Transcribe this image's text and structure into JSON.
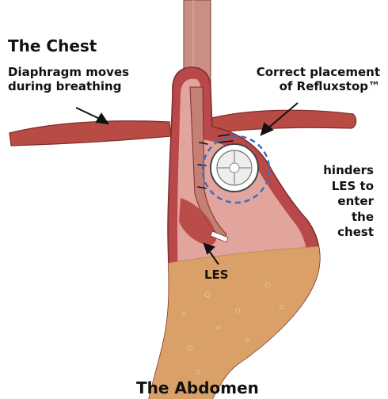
{
  "labels": {
    "chest_heading": "The Chest",
    "diaphragm_text": "Diaphragm moves\nduring breathing",
    "placement_text": "Correct placement\nof Refluxstop™",
    "hinders_text": "hinders\nLES to\nenter\nthe\nchest",
    "les_text": "LES",
    "abdomen_heading": "The Abdomen"
  },
  "colors": {
    "esophagus_tube": "#c98f84",
    "tissue_outline": "#7e2d2a",
    "stomach_wall": "#b9484a",
    "stomach_lining": "#e2a59d",
    "stomach_contents": "#d9a067",
    "diaphragm": "#b94b45",
    "les_muscle": "#b64440",
    "implant": "#ffffff",
    "placement_ring": "#3b6fc0",
    "text": "#111111"
  }
}
